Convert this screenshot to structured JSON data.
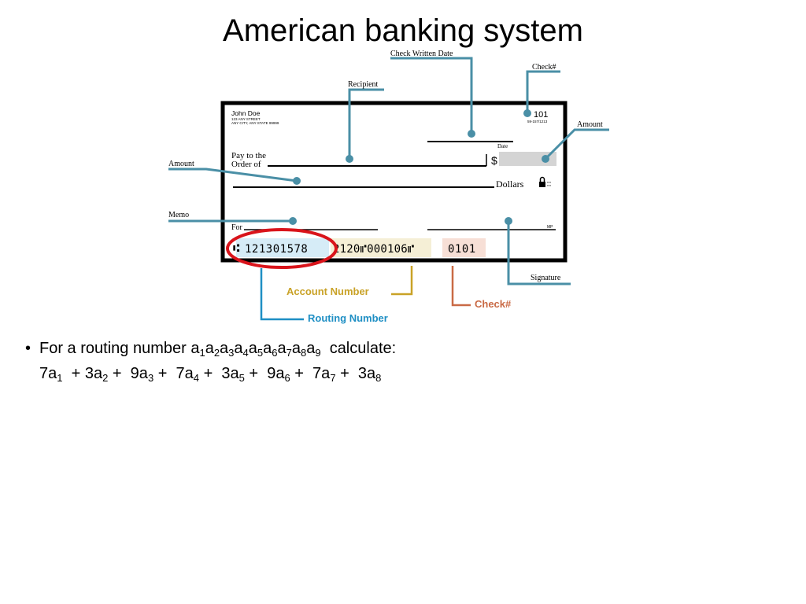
{
  "slide": {
    "title": "American banking system"
  },
  "check": {
    "owner_name": "John Doe",
    "owner_street": "123 ANY STREET",
    "owner_city": "ANY CITY, ANY STATE 99999",
    "check_no": "101",
    "fraction_code": "59-157/1213",
    "date_label": "Date",
    "pay_to_line1": "Pay to the",
    "pay_to_line2": "Order of",
    "dollar_sign": "$",
    "dollars_label": "Dollars",
    "for_label": "For",
    "mp_label": "MP",
    "micr_routing": "121301578",
    "micr_account": "2120⑈000106⑈",
    "micr_check": "0101"
  },
  "callouts": {
    "check_written_date": "Check Written Date",
    "check_number_top": "Check#",
    "recipient": "Recipient",
    "amount_right": "Amount",
    "amount_left": "Amount",
    "memo": "Memo",
    "signature": "Signature",
    "account_number": "Account Number",
    "check_number_bottom": "Check#",
    "routing_number": "Routing Number"
  },
  "colors": {
    "leader_teal": "#4a8fa6",
    "account_gold": "#c9a227",
    "check_orange": "#c96a45",
    "routing_blue": "#1f8fc4",
    "highlight_red": "#d9141b"
  },
  "bullets": {
    "bullet_char": "•",
    "line1_prefix": "For a routing number ",
    "line1_suffix": "calculate:"
  }
}
